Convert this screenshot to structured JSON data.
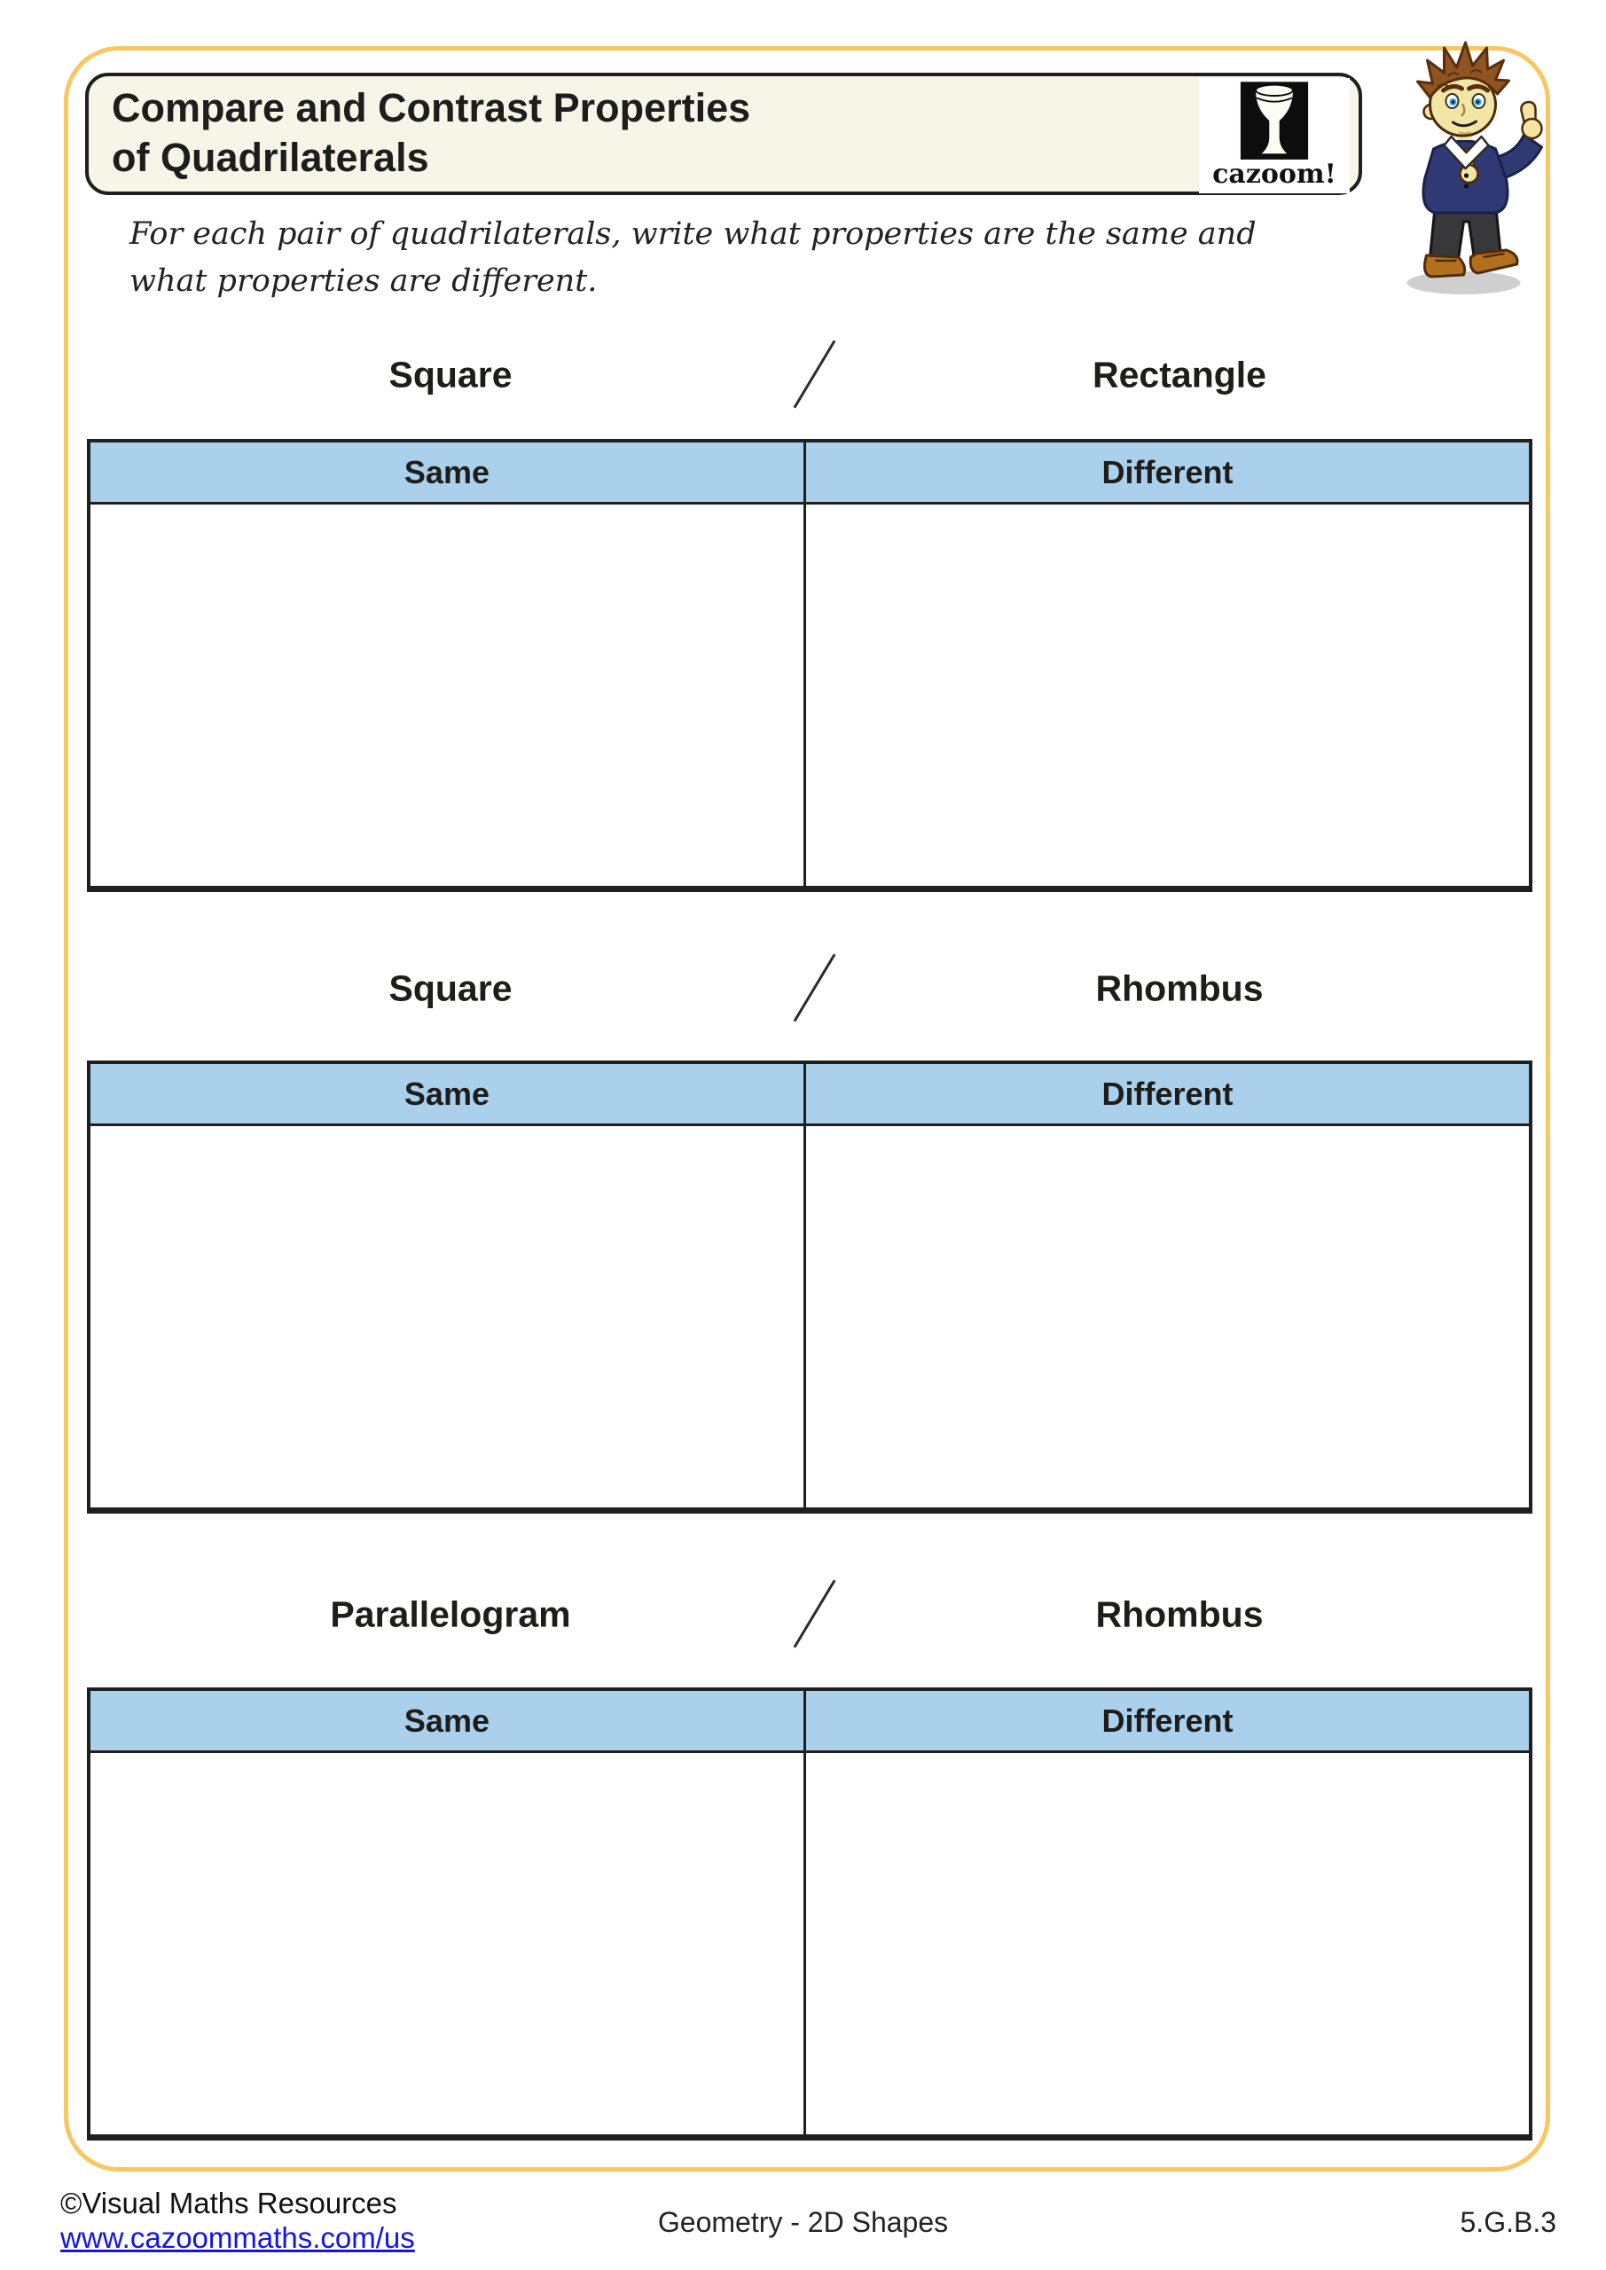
{
  "header": {
    "title_line1": "Compare and Contrast Properties",
    "title_line2": "of Quadrilaterals",
    "logo_word": "cazoom!",
    "logo_icon": "djembe-drum-icon",
    "mascot_icon": "cartoon-boy-thumbs-up"
  },
  "instructions": "For each pair of quadrilaterals, write what properties are the same and what properties are different.",
  "sections": [
    {
      "left_shape": "Square",
      "right_shape": "Rectangle",
      "columns": [
        "Same",
        "Different"
      ]
    },
    {
      "left_shape": "Square",
      "right_shape": "Rhombus",
      "columns": [
        "Same",
        "Different"
      ]
    },
    {
      "left_shape": "Parallelogram",
      "right_shape": "Rhombus",
      "columns": [
        "Same",
        "Different"
      ]
    }
  ],
  "footer": {
    "copyright": "©Visual Maths Resources",
    "link": "www.cazoommaths.com/us",
    "center": "Geometry - 2D Shapes",
    "standard_code": "5.G.B.3"
  },
  "colors": {
    "frame_yellow": "#f9c761",
    "table_header_blue": "#abd0ec",
    "title_box_cream": "#f7f4e8",
    "border_black": "#1f1f1f",
    "link_blue": "#1414e6"
  }
}
